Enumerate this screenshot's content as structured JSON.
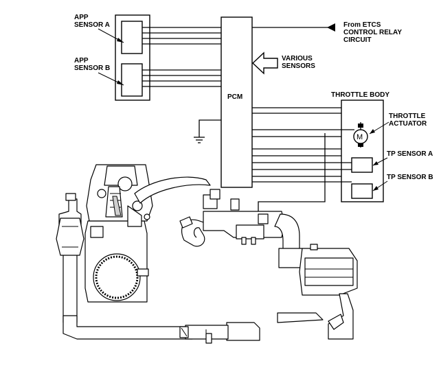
{
  "labels": {
    "app_sensor_a": [
      "APP",
      "SENSOR A"
    ],
    "app_sensor_b": [
      "APP",
      "SENSOR B"
    ],
    "from_etcs": [
      "From ETCS",
      "CONTROL RELAY",
      "CIRCUIT"
    ],
    "various_sensors": [
      "VARIOUS",
      "SENSORS"
    ],
    "pcm": "PCM",
    "throttle_body": "THROTTLE BODY",
    "throttle_actuator": [
      "THROTTLE",
      "ACTUATOR"
    ],
    "tp_sensor_a": "TP SENSOR A",
    "tp_sensor_b": "TP SENSOR B",
    "motor_symbol": "M"
  }
}
